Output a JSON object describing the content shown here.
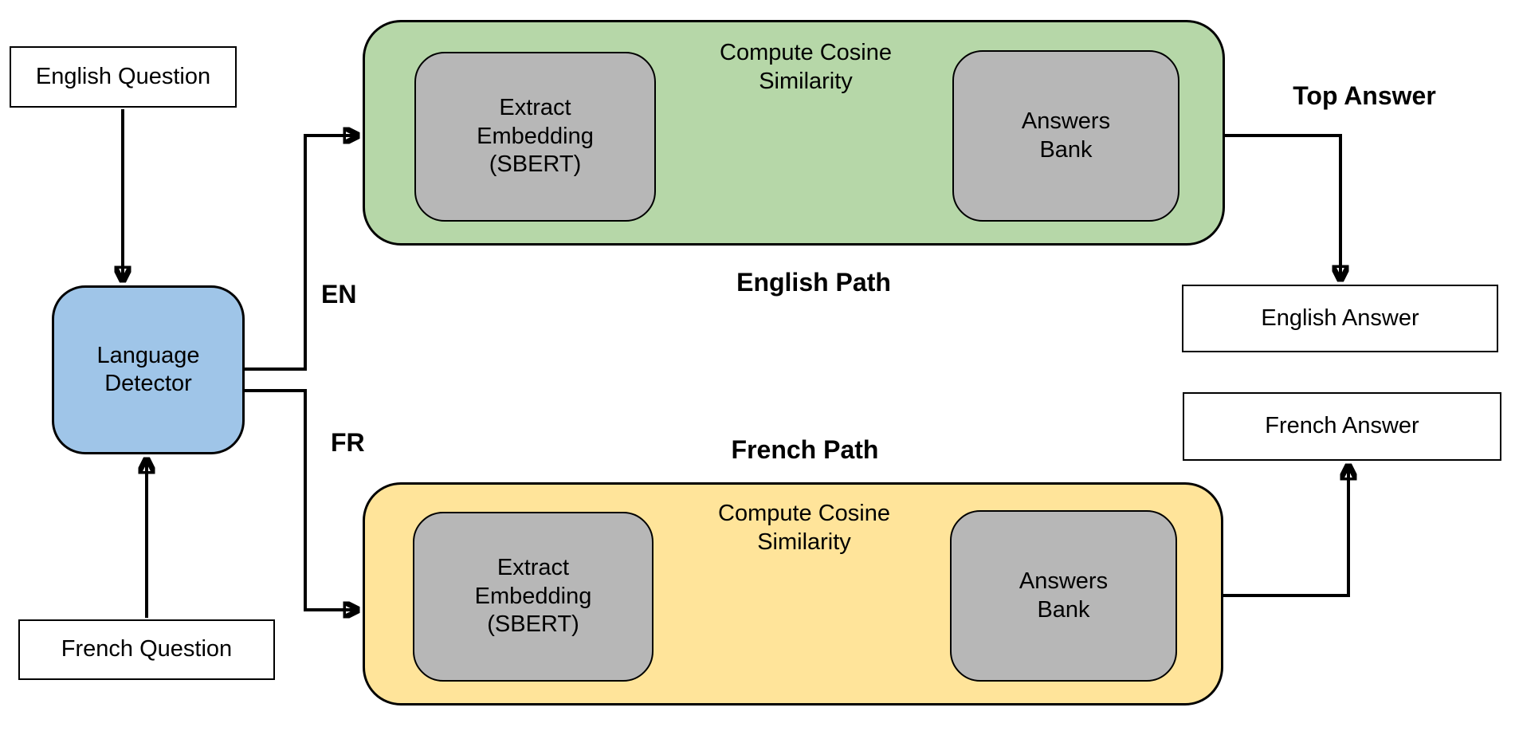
{
  "background": "#ffffff",
  "colors": {
    "detector_fill": "#9fc5e8",
    "english_path_fill": "#b6d7a8",
    "french_path_fill": "#ffe49a",
    "process_fill": "#b7b7b7",
    "outline": "#000000",
    "text": "#000000"
  },
  "nodes": {
    "english_question": {
      "label": "English Question"
    },
    "french_question": {
      "label": "French Question"
    },
    "language_detector": {
      "label": [
        "Language",
        "Detector"
      ]
    },
    "english_answer": {
      "label": "English Answer"
    },
    "french_answer": {
      "label": "French Answer"
    }
  },
  "branch_labels": {
    "en": "EN",
    "fr": "FR"
  },
  "annotations": {
    "top_answer": "Top Answer"
  },
  "paths": {
    "english": {
      "title": "English Path",
      "extract_embedding": [
        "Extract",
        "Embedding",
        "(SBERT)"
      ],
      "cosine_similarity": [
        "Compute Cosine",
        "Similarity"
      ],
      "answers_bank": [
        "Answers",
        "Bank"
      ]
    },
    "french": {
      "title": "French Path",
      "extract_embedding": [
        "Extract",
        "Embedding",
        "(SBERT)"
      ],
      "cosine_similarity": [
        "Compute Cosine",
        "Similarity"
      ],
      "answers_bank": [
        "Answers",
        "Bank"
      ]
    }
  }
}
